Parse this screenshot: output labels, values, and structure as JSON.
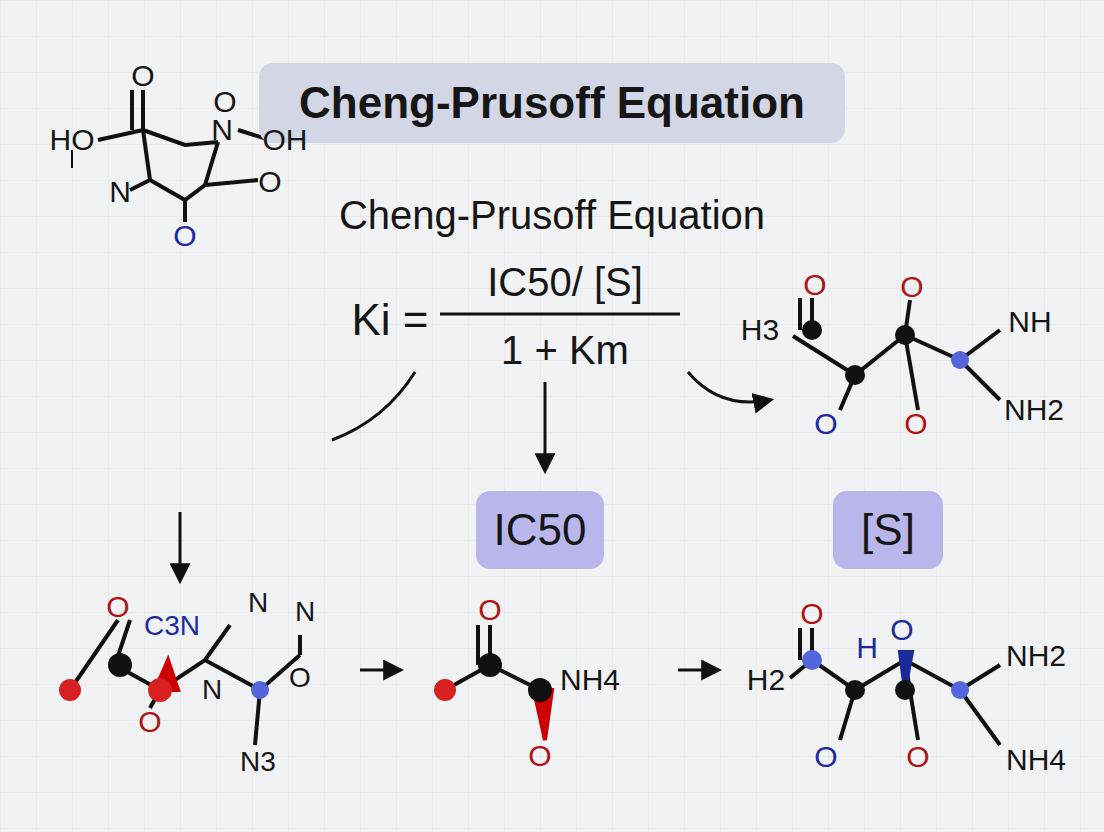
{
  "diagram": {
    "title": "Cheng-Prusoff Equation",
    "nodes": [
      {
        "text": [
          "IC50"
        ]
      },
      {
        "text": [
          "[S]"
        ]
      }
    ],
    "labels": [
      "Cheng-Prusoff Equation",
      "Ki =",
      "IC50/ [S]",
      "1 + Km",
      "O",
      "O",
      "HO",
      "N",
      "OH",
      "N",
      "O",
      "O",
      "O",
      "H3",
      "O",
      "NH",
      "NH2",
      "O",
      "O",
      "O",
      "C3N",
      "N",
      "N",
      "N",
      "O",
      "O",
      "N3",
      "O",
      "NH4",
      "O",
      "O",
      "H",
      "H2",
      "O",
      "NH2",
      "O",
      "O",
      "NH4"
    ]
  }
}
